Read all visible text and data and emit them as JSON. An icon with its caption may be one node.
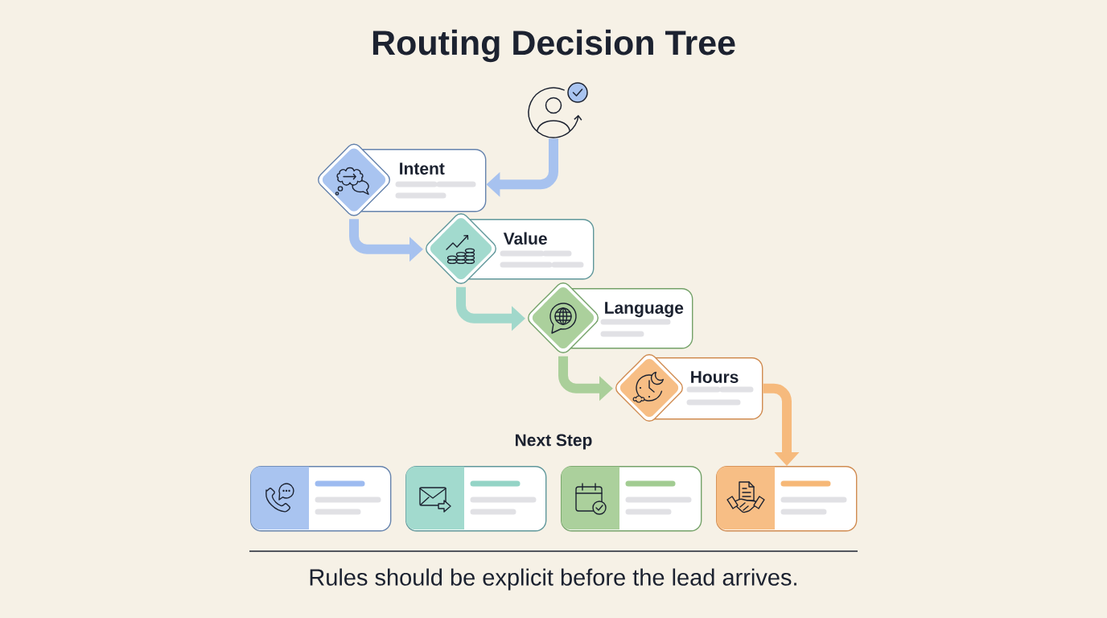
{
  "diagram": {
    "title": "Routing Decision Tree",
    "caption": "Rules should be explicit before the lead arrives.",
    "nodes": [
      {
        "text": [],
        "shape": "person"
      },
      {
        "text": [
          "Intent"
        ]
      },
      {
        "text": [
          "Value"
        ]
      },
      {
        "text": [
          "Language"
        ]
      },
      {
        "text": [
          "Hours"
        ]
      },
      {
        "text": [],
        "shape": "box"
      },
      {
        "text": [],
        "shape": "box"
      },
      {
        "text": [],
        "shape": "box"
      },
      {
        "text": [],
        "shape": "box"
      }
    ],
    "edges": [
      {
        "from": 0,
        "to": 1,
        "arrow": "to",
        "color": "#a7c2ef"
      },
      {
        "from": 1,
        "to": 2,
        "arrow": "to",
        "color": "#a7c2ef"
      },
      {
        "from": 2,
        "to": 3,
        "arrow": "to",
        "color": "#a1d8cb"
      },
      {
        "from": 3,
        "to": 4,
        "arrow": "to",
        "color": "#aacf9a"
      },
      {
        "from": 4,
        "to": 8,
        "arrow": "to",
        "color": "#f6ba7d"
      }
    ],
    "labels": [
      "Next Step"
    ]
  }
}
